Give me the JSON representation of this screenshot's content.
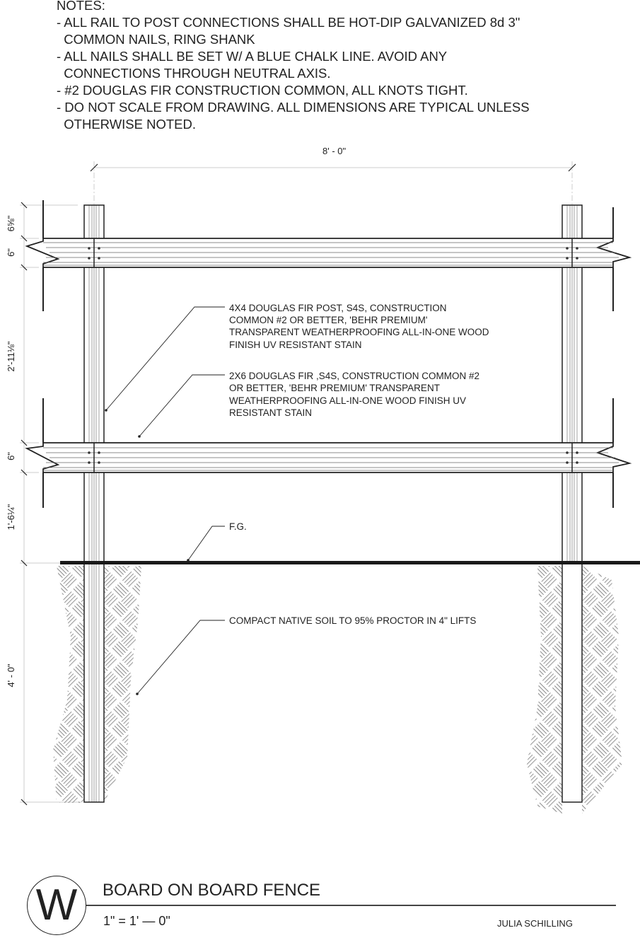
{
  "notes": {
    "heading": "NOTES:",
    "lines": [
      "- ALL RAIL TO POST CONNECTIONS SHALL BE HOT-DIP GALVANIZED 8d 3\"",
      "  COMMON NAILS, RING SHANK",
      "- ALL NAILS SHALL BE SET W/ A BLUE CHALK LINE. AVOID ANY",
      "  CONNECTIONS THROUGH NEUTRAL AXIS.",
      "- #2 DOUGLAS FIR CONSTRUCTION COMMON, ALL KNOTS TIGHT.",
      "- DO NOT SCALE FROM DRAWING. ALL DIMENSIONS ARE TYPICAL UNLESS",
      "  OTHERWISE NOTED."
    ]
  },
  "dimensions": {
    "span": "8' - 0\"",
    "post_top": "6⅝\"",
    "rail_top": "6\"",
    "between_rails": "2'-11⅛\"",
    "rail_bottom": "6\"",
    "to_grade": "1'-6¼\"",
    "embed": "4' - 0\""
  },
  "callouts": {
    "post": [
      "4X4 DOUGLAS FIR POST, S4S, CONSTRUCTION",
      "COMMON #2 OR BETTER, 'BEHR PREMIUM'",
      "TRANSPARENT WEATHERPROOFING ALL-IN-ONE WOOD",
      "FINISH UV RESISTANT STAIN"
    ],
    "rail": [
      "2X6 DOUGLAS FIR ,S4S, CONSTRUCTION COMMON #2",
      "OR BETTER, 'BEHR PREMIUM' TRANSPARENT",
      "WEATHERPROOFING ALL-IN-ONE WOOD FINISH UV",
      "RESISTANT STAIN"
    ],
    "grade": "F.G.",
    "soil": "COMPACT NATIVE SOIL TO 95% PROCTOR IN 4\" LIFTS"
  },
  "title_block": {
    "detail_id": "W",
    "title": "BOARD ON BOARD FENCE",
    "scale": "1\" = 1' — 0\"",
    "author": "JULIA SCHILLING"
  },
  "colors": {
    "ink": "#222222",
    "dim_line": "#cccccc",
    "hatch": "#888888"
  }
}
